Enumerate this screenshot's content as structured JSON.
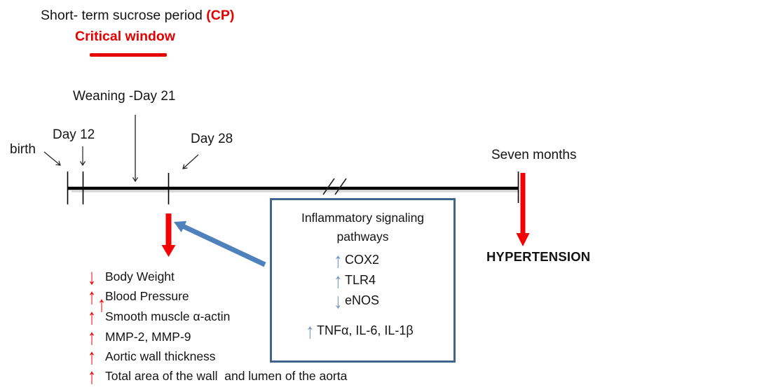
{
  "colors": {
    "red_text": "#e60000",
    "red_arrow": "#f20202",
    "box_border": "#41648f",
    "big_blue_arrow": "#4f81bd",
    "small_blue_arrow": "#7191c4"
  },
  "header": {
    "title_black": "Short- term sucrose period ",
    "title_red": "(CP)",
    "subtitle": "Critical window"
  },
  "timeline": {
    "birth_label": "birth",
    "day12_label": "Day 12",
    "weaning_label": "Weaning -Day 21",
    "day28_label": "Day 28",
    "seven_months_label": "Seven months"
  },
  "endpoint": {
    "label": "HYPERTENSION"
  },
  "outcomes": {
    "stray_glyph": "↑",
    "items": [
      {
        "glyph": "↓",
        "label": "Body Weight"
      },
      {
        "glyph": "↑",
        "label": "Blood Pressure"
      },
      {
        "glyph": "↑",
        "label": "Smooth muscle α-actin"
      },
      {
        "glyph": "↑",
        "label": "MMP-2, MMP-9"
      },
      {
        "glyph": "↑",
        "label": "Aortic wall thickness"
      },
      {
        "glyph": "↑",
        "label": "Total area of the wall  and lumen of the aorta"
      }
    ]
  },
  "inflammatory_box": {
    "title_line1": "Inflammatory signaling",
    "title_line2": "pathways",
    "items": [
      {
        "glyph": "↑",
        "label": "COX2"
      },
      {
        "glyph": "↑",
        "label": "TLR4"
      },
      {
        "glyph": "↓",
        "label": "eNOS"
      }
    ],
    "footer": {
      "glyph": "↑",
      "label": "TNFα, IL-6, IL-1β"
    }
  }
}
